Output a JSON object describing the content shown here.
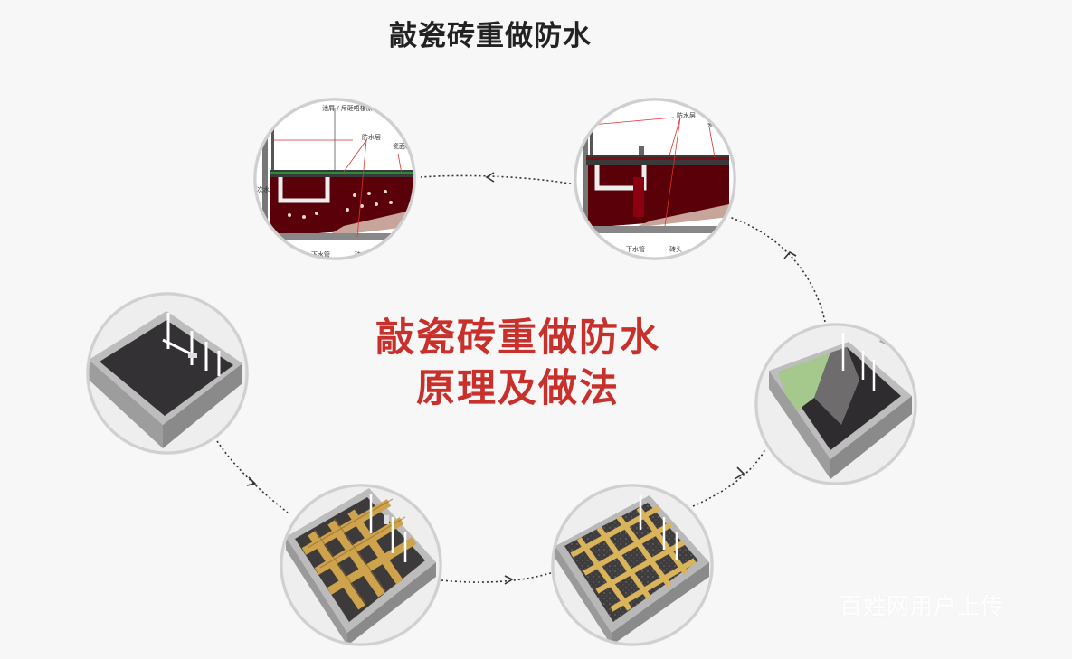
{
  "title": "敲瓷砖重做防水",
  "center_title": {
    "line1": "敲瓷砖重做防水",
    "line2": "原理及做法"
  },
  "labels": {
    "c1_top": "池屑 / 斥砸唔楼尿口",
    "c1_waterproof": "防水层",
    "c1_tile": "瓷面砖",
    "c1_side": "次水",
    "c1_pipe": "下水管",
    "c1_brick": "砖头",
    "c2_waterproof": "防水层",
    "c2_tile": "瓷",
    "c2_pipe": "下水管",
    "c2_brick": "砖头"
  },
  "watermark": "百姓网用户上传",
  "colors": {
    "accent": "#c8302c",
    "title": "#222222",
    "background": "#f7f7f7"
  }
}
